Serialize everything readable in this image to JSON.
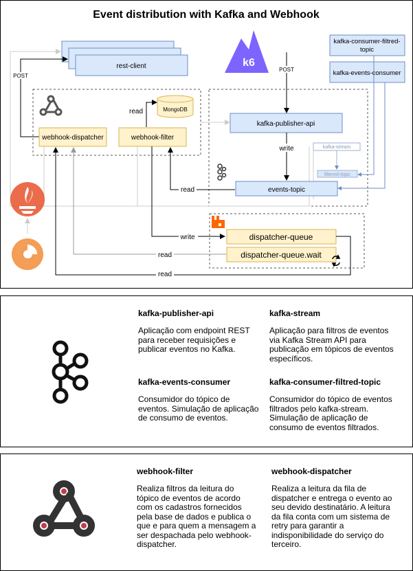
{
  "title": "Event distribution with Kafka and Webhook",
  "nodes": {
    "rest_client": "rest-client",
    "k6": "k6",
    "consumer_filtered": "kafka-consumer-filtred-topic",
    "events_consumer": "kafka-events-consumer",
    "mongodb": "MongoDB",
    "webhook_dispatcher": "webhook-dispatcher",
    "webhook_filter": "webhook-filter",
    "publisher_api": "kafka-publisher-api",
    "kafka_stream": "kafka-stream",
    "filtered_topic": "filtered-topic",
    "events_topic": "events-topic",
    "dispatcher_queue": "dispatcher-queue",
    "dispatcher_queue_wait": "dispatcher-queue.wait"
  },
  "edges": {
    "post": "POST",
    "read": "read",
    "write": "write"
  },
  "colors": {
    "blue_fill": "#dae8fc",
    "blue_stroke": "#6c8ebf",
    "yellow_fill": "#fff2cc",
    "yellow_stroke": "#d6b656",
    "k6_purple": "#7d64ff",
    "prometheus_orange": "#e6522c",
    "rabbitmq_orange": "#ff6600"
  },
  "legend_kafka": {
    "items": [
      {
        "title": "kafka-publisher-api",
        "body": "Aplicação com endpoint REST para receber requisições e publicar eventos no Kafka."
      },
      {
        "title": "kafka-stream",
        "body": "Aplicação para filtros de eventos via Kafka Stream API para publicação em tópicos de eventos específicos."
      },
      {
        "title": "kafka-events-consumer",
        "body": "Consumidor do tópico de eventos. Simulação de aplicação de consumo de eventos."
      },
      {
        "title": "kafka-consumer-filtred-topic",
        "body": "Consumidor do tópico de eventos filtrados pelo kafka-stream. Simulação de aplicação de consumo de eventos filtrados."
      }
    ]
  },
  "legend_webhook": {
    "items": [
      {
        "title": "webhook-filter",
        "body": "Realiza filtros da leitura do tópico de eventos de acordo com os cadastros fornecidos pela base de dados e publica o que e para quem a mensagem a ser despachada pelo webhook-dispatcher."
      },
      {
        "title": "webhook-dispatcher",
        "body": "Realiza a leitura da fila de dispatcher e entrega o evento ao seu devido destinatário. A leitura da fila conta com um sistema de retry para garantir a indisponibilidade do serviço do terceiro."
      }
    ]
  }
}
